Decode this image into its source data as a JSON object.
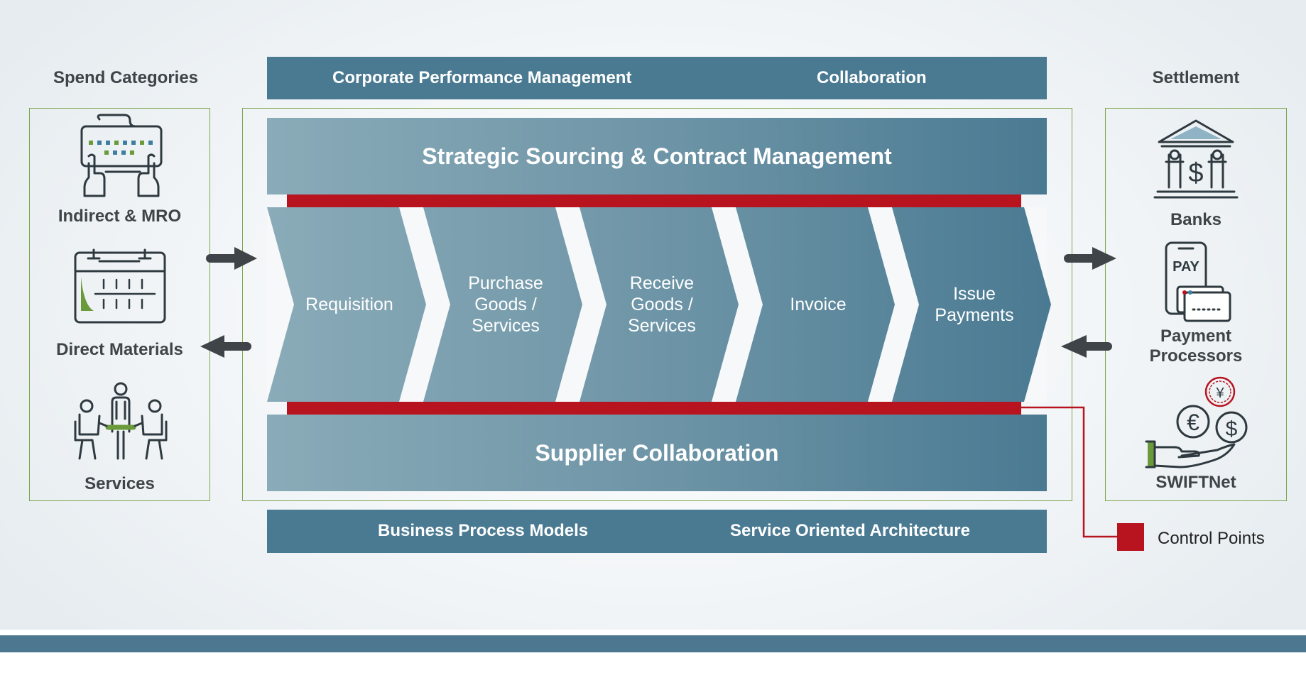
{
  "headings": {
    "spend_categories": "Spend Categories",
    "settlement": "Settlement"
  },
  "top_bar": {
    "left": "Corporate Performance Management",
    "right": "Collaboration"
  },
  "sourcing_bar": "Strategic Sourcing & Contract Management",
  "process_steps": [
    {
      "lines": [
        "Requisition"
      ]
    },
    {
      "lines": [
        "Purchase",
        "Goods /",
        "Services"
      ]
    },
    {
      "lines": [
        "Receive",
        "Goods /",
        "Services"
      ]
    },
    {
      "lines": [
        "Invoice"
      ]
    },
    {
      "lines": [
        "Issue",
        "Payments"
      ]
    }
  ],
  "supplier_bar": "Supplier Collaboration",
  "bottom_bar": {
    "left": "Business Process Models",
    "right": "Service Oriented Architecture"
  },
  "spend_items": [
    {
      "label": "Indirect & MRO",
      "icon": "keyboard-hands-icon"
    },
    {
      "label": "Direct Materials",
      "icon": "calendar-icon"
    },
    {
      "label": "Services",
      "icon": "people-meeting-icon"
    }
  ],
  "settlement_items": [
    {
      "label_lines": [
        "Banks"
      ],
      "icon": "bank-icon"
    },
    {
      "label_lines": [
        "Payment",
        "Processors"
      ],
      "icon": "pay-phone-card-icon"
    },
    {
      "label_lines": [
        "SWIFTNet"
      ],
      "icon": "currency-hand-icon"
    }
  ],
  "icon_text": {
    "pay": "PAY",
    "yen": "¥",
    "euro": "€",
    "dollar": "$"
  },
  "legend": {
    "label": "Control Points",
    "color": "#b8141f"
  },
  "colors": {
    "dark_bar": "#4a7a92",
    "accent_red": "#b8141f",
    "panel_border": "#7aa64a",
    "icon_green": "#6b9a3a",
    "bottom_band": "#4d7690"
  }
}
